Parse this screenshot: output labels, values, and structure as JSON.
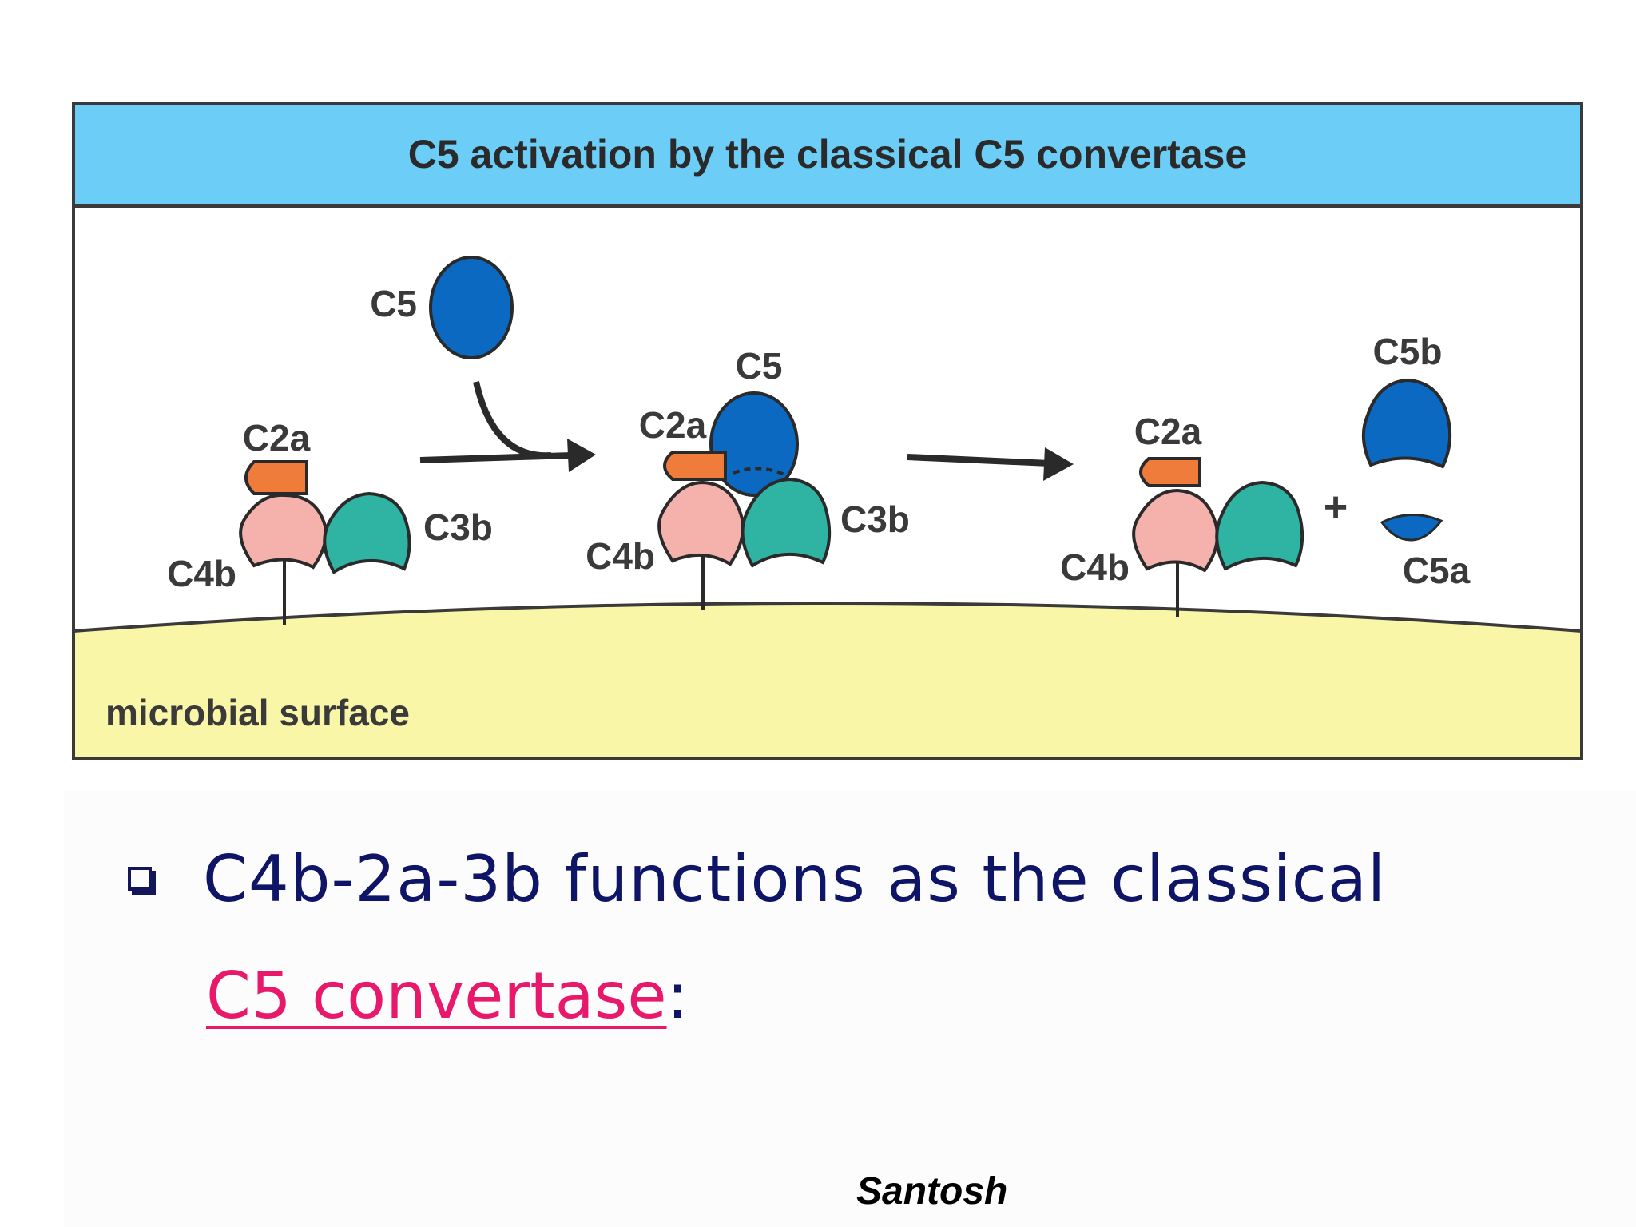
{
  "figure": {
    "title": "C5 activation by the classical C5 convertase",
    "surface_label": "microbial surface",
    "step1": {
      "c5": "C5",
      "c2a": "C2a",
      "c3b": "C3b",
      "c4b": "C4b"
    },
    "step2": {
      "c5": "C5",
      "c2a": "C2a",
      "c3b": "C3b",
      "c4b": "C4b"
    },
    "step3": {
      "c2a": "C2a",
      "c4b": "C4b",
      "c5b": "C5b",
      "c5a": "C5a",
      "plus": "+"
    },
    "colors": {
      "header": "#6ccdf7",
      "surface": "#faf6a8",
      "c5": "#0b69c1",
      "c2a": "#f07c3c",
      "c4b": "#f5b1ab",
      "c3b": "#2fb3a3",
      "border": "#3a3a3a"
    }
  },
  "bullet": {
    "icon": "square-bullet-icon",
    "text": "C4b-2a-3b functions as the classical",
    "link": "C5 convertase",
    "colon": ":"
  },
  "author": "Santosh"
}
